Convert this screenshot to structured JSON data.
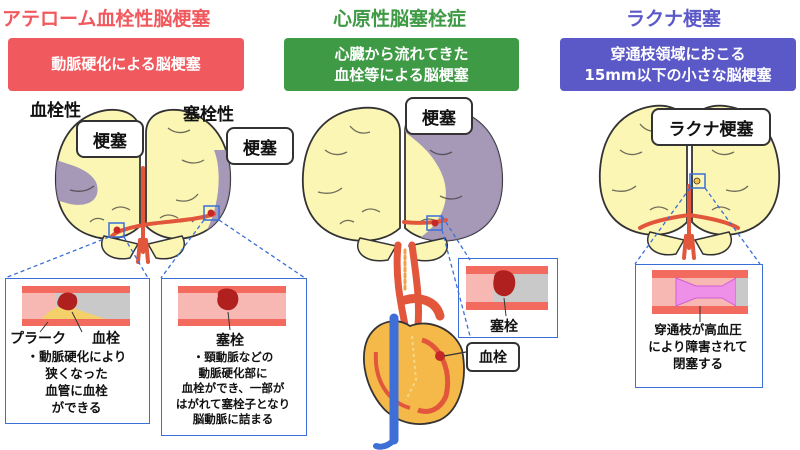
{
  "colors": {
    "atheroma": "#f0595e",
    "cardio": "#3f9a45",
    "lacunar": "#5b58c8",
    "brain": "#fbf6b4",
    "infarct": "#9c8fb8",
    "artery": "#e2573c",
    "callout_line": "#3a6fd8"
  },
  "panels": {
    "atheroma": {
      "title": "アテローム血栓性脳梗塞",
      "banner": "動脈硬化による脳梗塞",
      "label_thrombotic": "血栓性",
      "label_embolic": "塞栓性",
      "callout_left": "梗塞",
      "callout_right": "梗塞",
      "box_left": {
        "plaque": "プラーク",
        "thrombus": "血栓",
        "note_lines": [
          "・動脈硬化により",
          "狭くなった",
          "血管に血栓",
          "ができる"
        ]
      },
      "box_right": {
        "embolus": "塞栓",
        "note_lines": [
          "・頸動脈などの",
          "動脈硬化部に",
          "血栓ができ、一部が",
          "はがれて塞栓子となり",
          "脳動脈に詰まる"
        ]
      }
    },
    "cardio": {
      "title": "心原性脳塞栓症",
      "banner_lines": [
        "心臓から流れてきた",
        "血栓等による脳梗塞"
      ],
      "callout": "梗塞",
      "box_label": "塞栓",
      "heart_label": "血栓"
    },
    "lacunar": {
      "title": "ラクナ梗塞",
      "banner_lines": [
        "穿通枝領域におこる",
        "15mm以下の小さな脳梗塞"
      ],
      "callout": "ラクナ梗塞",
      "note_lines": [
        "穿通枝が高血圧",
        "により障害されて",
        "閉塞する"
      ]
    }
  }
}
